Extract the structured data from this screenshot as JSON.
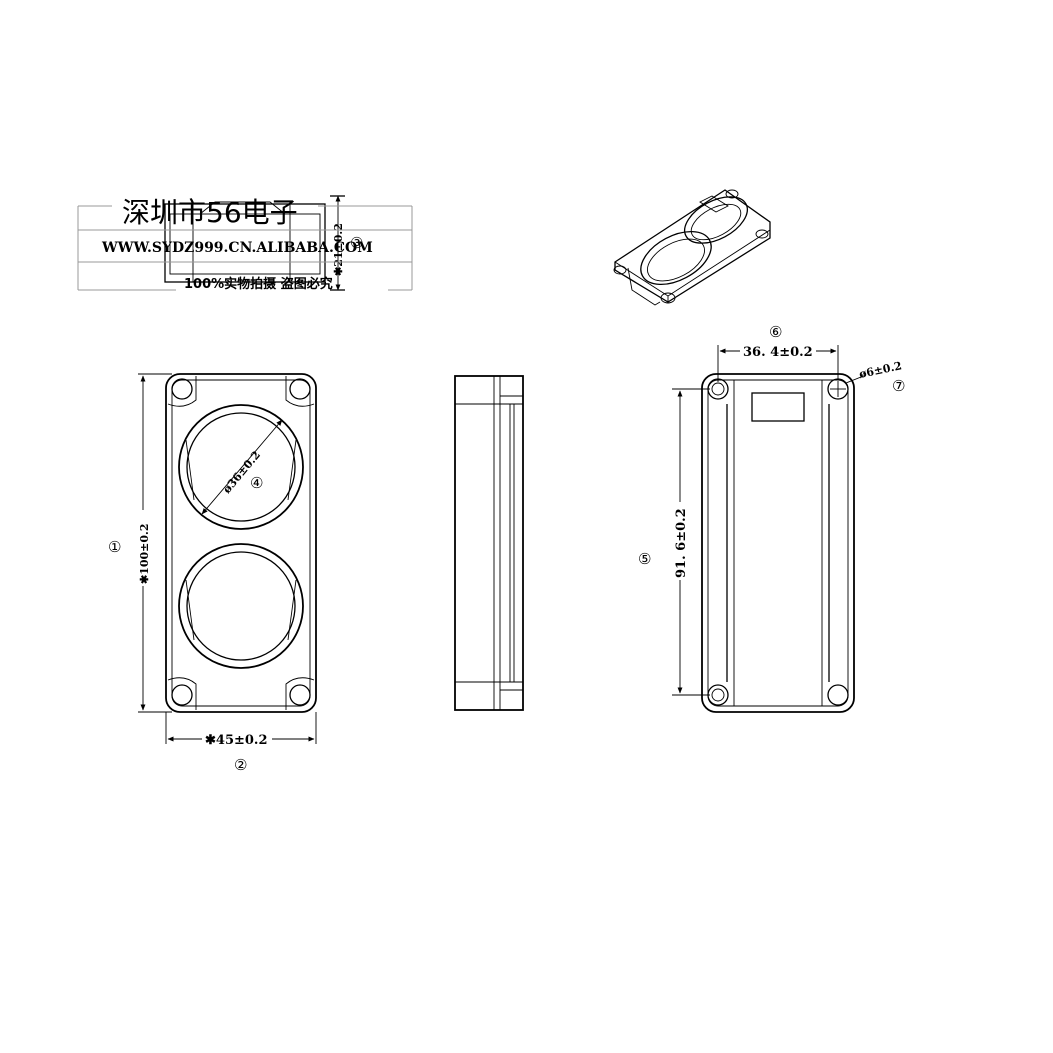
{
  "watermark": {
    "title": "深圳市56电子",
    "url": "WWW.SYDZ999.CN.ALIBABA.COM",
    "note": "100%实物拍摄 盗图必究"
  },
  "dimensions": {
    "height": "✱100±0.2",
    "width": "✱45±0.2",
    "depth": "✱21±0.2",
    "lens_diameter": "ø36±0.2",
    "hole_spacing_vertical": "91. 6±0.2",
    "hole_spacing_horizontal": "36. 4±0.2",
    "hole_diameter": "ø6±0.2"
  },
  "callouts": {
    "c1": "①",
    "c2": "②",
    "c3": "③",
    "c4": "④",
    "c5": "⑤",
    "c6": "⑥",
    "c7": "⑦"
  },
  "colors": {
    "line": "#000000",
    "watermark_line": "#999999",
    "background": "#ffffff"
  }
}
